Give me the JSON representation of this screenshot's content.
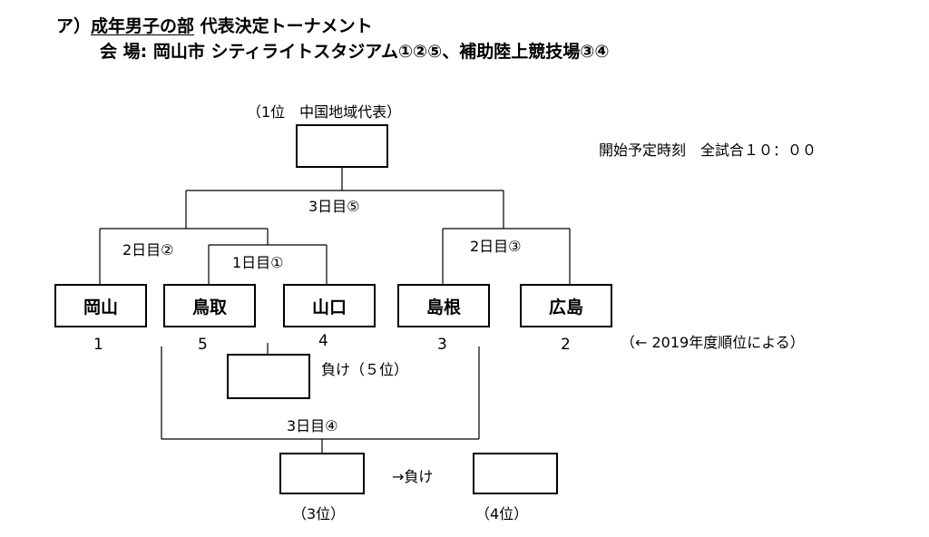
{
  "header": {
    "prefix": "ア）",
    "title_underlined": "成年男子の部",
    "title_rest": "代表決定トーナメント",
    "venue_line": "会 場: 岡山市 シティライトスタジアム①②⑤、補助陸上競技場③④"
  },
  "top_label": "（1位　中国地域代表）",
  "start_time": "開始予定時刻　全試合１０：００",
  "rounds": {
    "final": "3日目⑤",
    "left_semi": "2日目②",
    "first_match": "1日目①",
    "right_semi": "2日目③",
    "third_place": "3日目④"
  },
  "teams": [
    {
      "name": "岡山",
      "seed": "1"
    },
    {
      "name": "鳥取",
      "seed": "5"
    },
    {
      "name": "山口",
      "seed": "4"
    },
    {
      "name": "島根",
      "seed": "3"
    },
    {
      "name": "広島",
      "seed": "2"
    }
  ],
  "seed_note": "（← 2019年度順位による）",
  "loser_fifth": "負け（５位）",
  "third_place_note": "→負け",
  "third_label": "（3位）",
  "fourth_label": "（4位）"
}
